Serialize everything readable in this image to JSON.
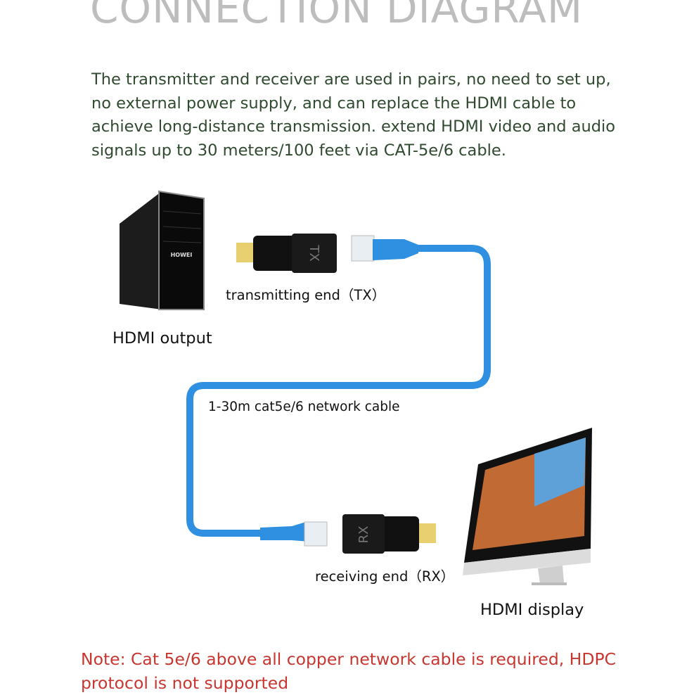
{
  "title": "CONNECTION DIAGRAM",
  "intro": "The transmitter and receiver are used in pairs, no need to set up, no external power supply, and can replace the HDMI cable to achieve long-distance transmission. extend HDMI video and audio signals up to 30 meters/100 feet via CAT-5e/6 cable.",
  "labels": {
    "tx": "transmitting end（TX）",
    "hdmi_output": "HDMI output",
    "cable": "1-30m cat5e/6 network cable",
    "rx": "receiving end（RX）",
    "hdmi_display": "HDMI display"
  },
  "devices": {
    "pc_brand": "HOWEI",
    "tx_mark": "TX",
    "rx_mark": "RX"
  },
  "note": "Note: Cat 5e/6 above all copper network cable is required, HDPC protocol is not supported",
  "colors": {
    "cable": "#2f8fe0",
    "note": "#c8362f",
    "title": "#bdbdbd"
  }
}
